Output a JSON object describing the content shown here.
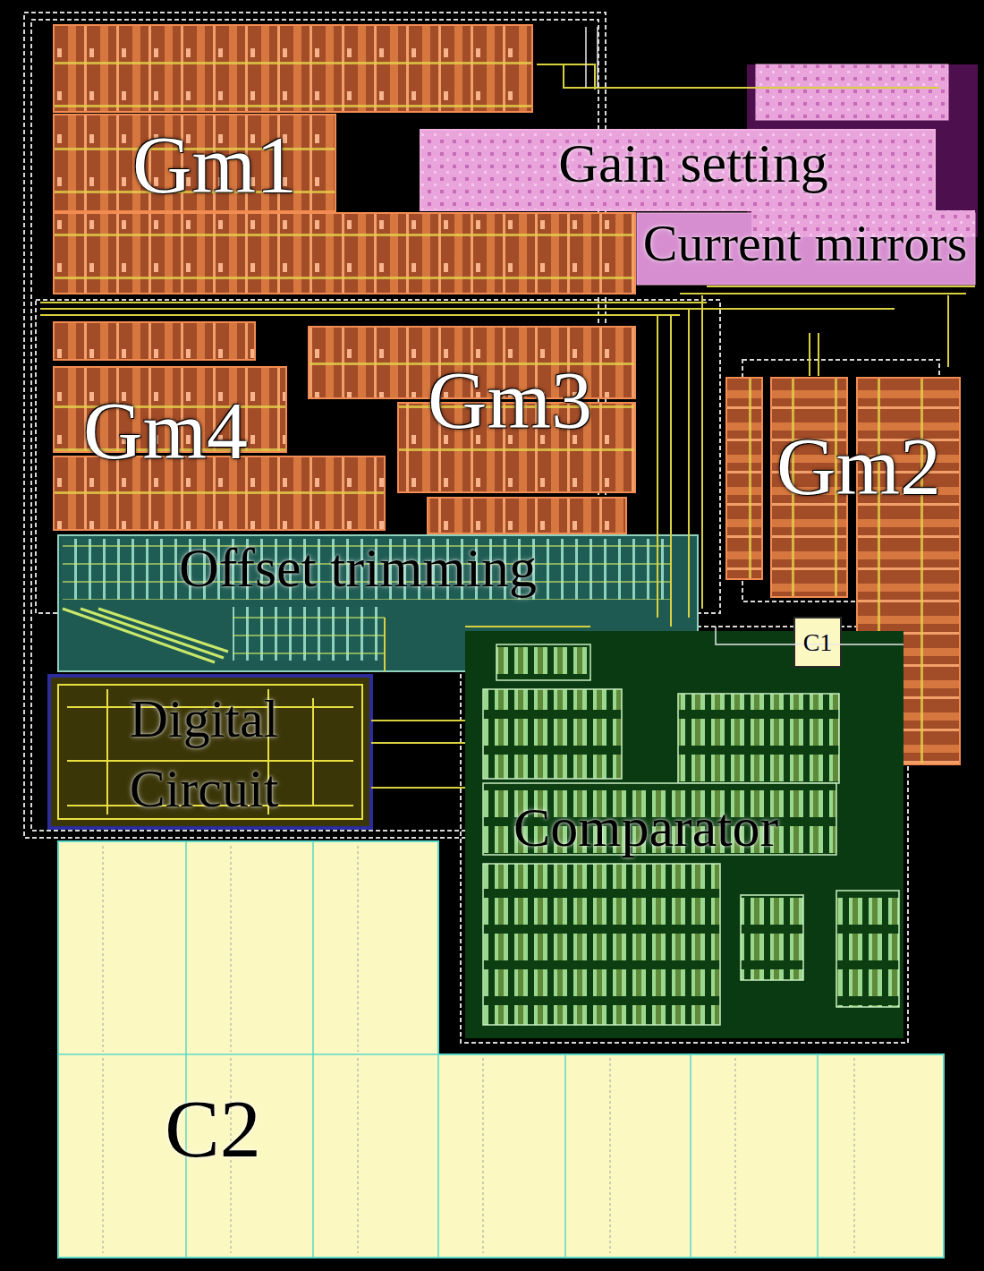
{
  "diagram": {
    "nodes": [
      {
        "text": [
          "Gm1"
        ]
      },
      {
        "text": [
          "Gain setting"
        ]
      },
      {
        "text": [
          "Current mirrors"
        ]
      },
      {
        "text": [
          "Gm4"
        ]
      },
      {
        "text": [
          "Gm3"
        ]
      },
      {
        "text": [
          "Gm2"
        ]
      },
      {
        "text": [
          "Offset trimming"
        ]
      },
      {
        "text": [
          "C1"
        ]
      },
      {
        "text": [
          "Digital Circuit"
        ]
      },
      {
        "text": [
          "Comparator"
        ]
      },
      {
        "text": [
          "C2"
        ]
      }
    ]
  }
}
